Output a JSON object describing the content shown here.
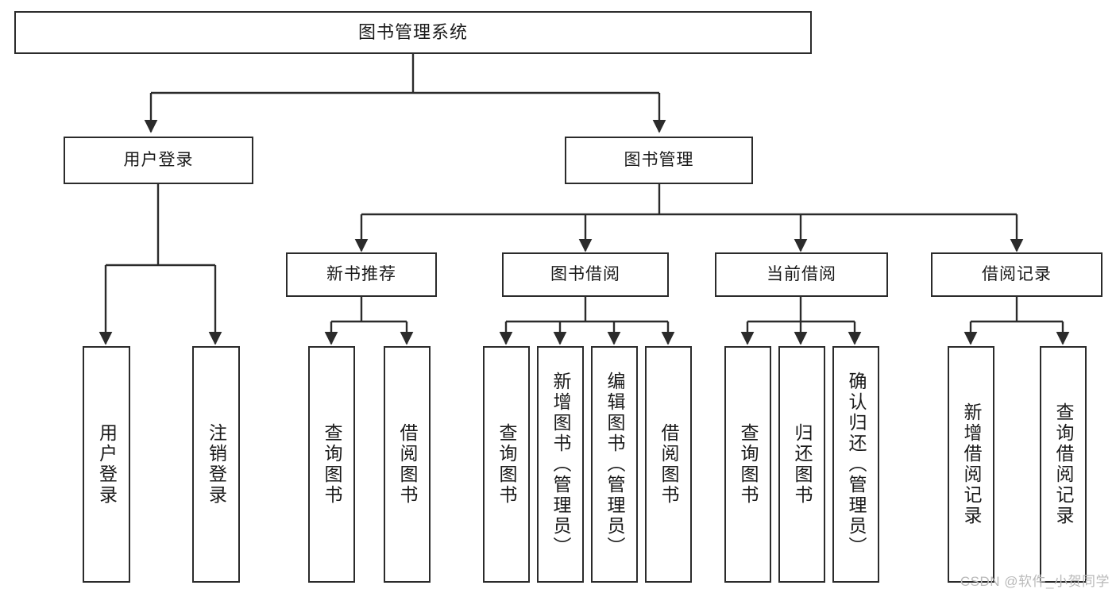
{
  "diagram": {
    "title": "图书管理系统",
    "type": "functional-structure-tree",
    "watermark": "CSDN @软件_小贺同学",
    "stroke_color": "#2b2b2b",
    "background_color": "#ffffff",
    "watermark_color": "#b9b9b9"
  },
  "nodes": {
    "root": {
      "label": "图书管理系统"
    },
    "level1": [
      {
        "id": "user-login",
        "label": "用户登录"
      },
      {
        "id": "book-manage",
        "label": "图书管理"
      }
    ],
    "level2": [
      {
        "id": "new-book-recommend",
        "label": "新书推荐"
      },
      {
        "id": "book-borrow",
        "label": "图书借阅"
      },
      {
        "id": "current-borrow",
        "label": "当前借阅"
      },
      {
        "id": "borrow-record",
        "label": "借阅记录"
      }
    ],
    "leaves": {
      "user_login": [
        {
          "id": "leaf-user-login",
          "label": "用户登录"
        },
        {
          "id": "leaf-logout",
          "label": "注销登录"
        }
      ],
      "new_book_recommend": [
        {
          "id": "leaf-query-book-1",
          "label": "查询图书"
        },
        {
          "id": "leaf-borrow-book-1",
          "label": "借阅图书"
        }
      ],
      "book_borrow": [
        {
          "id": "leaf-query-book-2",
          "label": "查询图书"
        },
        {
          "id": "leaf-add-book",
          "label": "新增图书（管理员）"
        },
        {
          "id": "leaf-edit-book",
          "label": "编辑图书（管理员）"
        },
        {
          "id": "leaf-borrow-book-2",
          "label": "借阅图书"
        }
      ],
      "current_borrow": [
        {
          "id": "leaf-query-book-3",
          "label": "查询图书"
        },
        {
          "id": "leaf-return-book",
          "label": "归还图书"
        },
        {
          "id": "leaf-confirm-return",
          "label": "确认归还（管理员）"
        }
      ],
      "borrow_record": [
        {
          "id": "leaf-add-record",
          "label": "新增借阅记录"
        },
        {
          "id": "leaf-query-record",
          "label": "查询借阅记录"
        }
      ]
    }
  }
}
